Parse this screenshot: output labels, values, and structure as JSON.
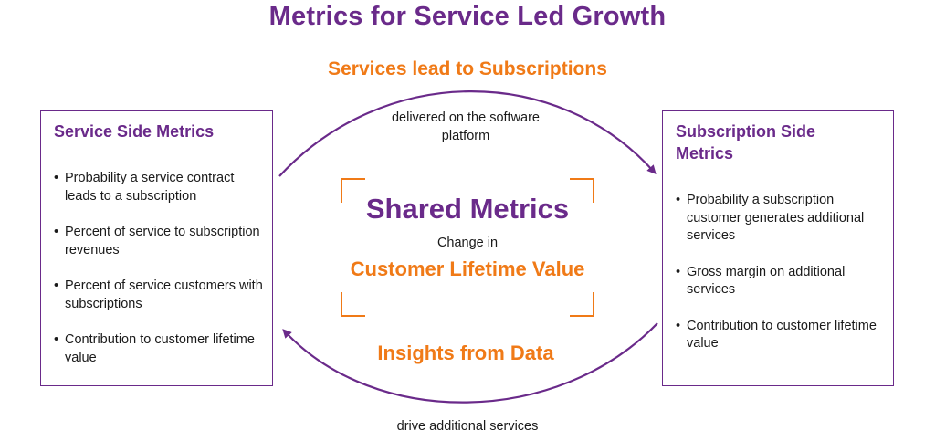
{
  "title": "Metrics for Service Led Growth",
  "subtitle": "Services lead to Subscriptions",
  "left_box": {
    "title": "Service Side Metrics",
    "items": [
      "Probability a service contract leads to a subscription",
      "Percent of service to subscription revenues",
      "Percent of service customers with subscriptions",
      "Contribution to customer lifetime value"
    ]
  },
  "right_box": {
    "title": "Subscription Side Metrics",
    "items": [
      "Probability a subscription customer generates additional services",
      "Gross margin on additional services",
      "Contribution to customer lifetime value"
    ]
  },
  "top_arc_label": "delivered on the software platform",
  "center": {
    "title": "Shared Metrics",
    "prefix": "Change in",
    "highlight": "Customer Lifetime Value"
  },
  "bottom_arc": {
    "label": "Insights from Data",
    "caption": "drive additional services"
  },
  "bullet": "•",
  "colors": {
    "purple": "#6a2a8a",
    "orange": "#f07a17"
  }
}
